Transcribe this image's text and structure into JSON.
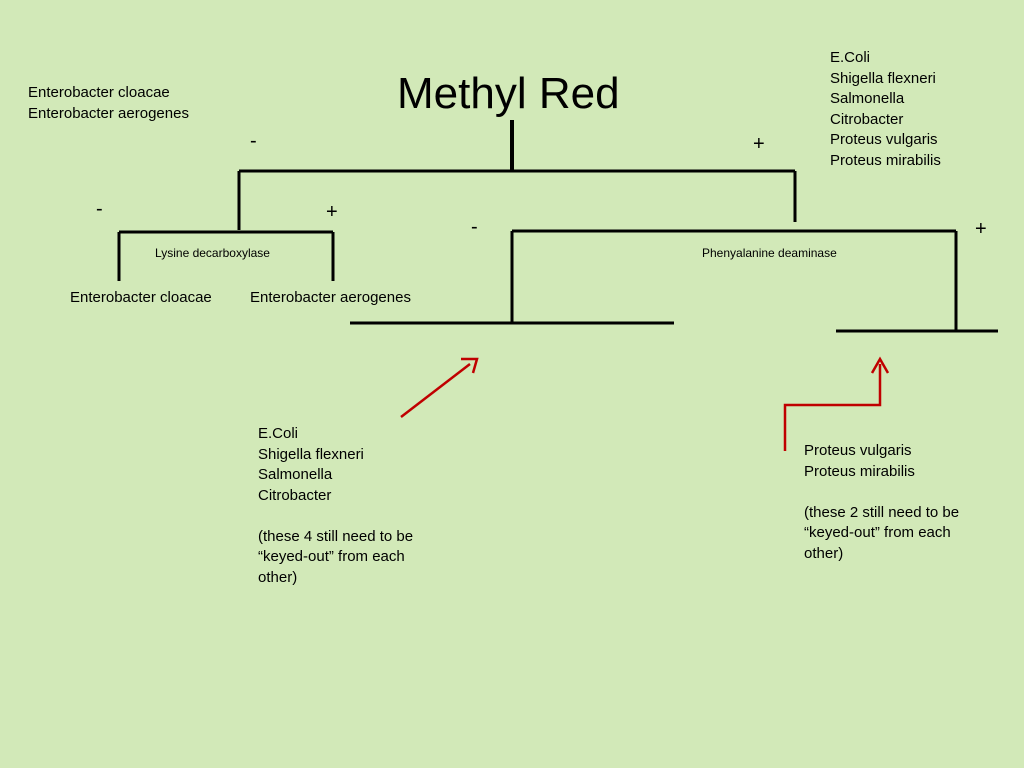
{
  "title": "Methyl Red",
  "top_left_list": "Enterobacter cloacae\nEnterobacter aerogenes",
  "top_right_list": "E.Coli\nShigella flexneri\nSalmonella\nCitrobacter\nProteus vulgaris\nProteus mirabilis",
  "mr_negative": "-",
  "mr_positive": "+",
  "lysine": {
    "label": "Lysine decarboxylase",
    "negative": "-",
    "positive": "+",
    "negative_result": "Enterobacter cloacae",
    "positive_result": "Enterobacter aerogenes"
  },
  "phenylalanine": {
    "label": "Phenyalanine deaminase",
    "negative": "-",
    "positive": "+"
  },
  "negative_group_note": "E.Coli\nShigella flexneri\nSalmonella\nCitrobacter\n\n(these  4 still need to be\n“keyed-out” from each\nother)",
  "positive_group_note": "Proteus vulgaris\nProteus mirabilis\n\n(these  2 still need to be\n“keyed-out” from each\nother)",
  "colors": {
    "background": "#d2e9b8",
    "lines": "#000000",
    "arrows": "#c00000"
  }
}
